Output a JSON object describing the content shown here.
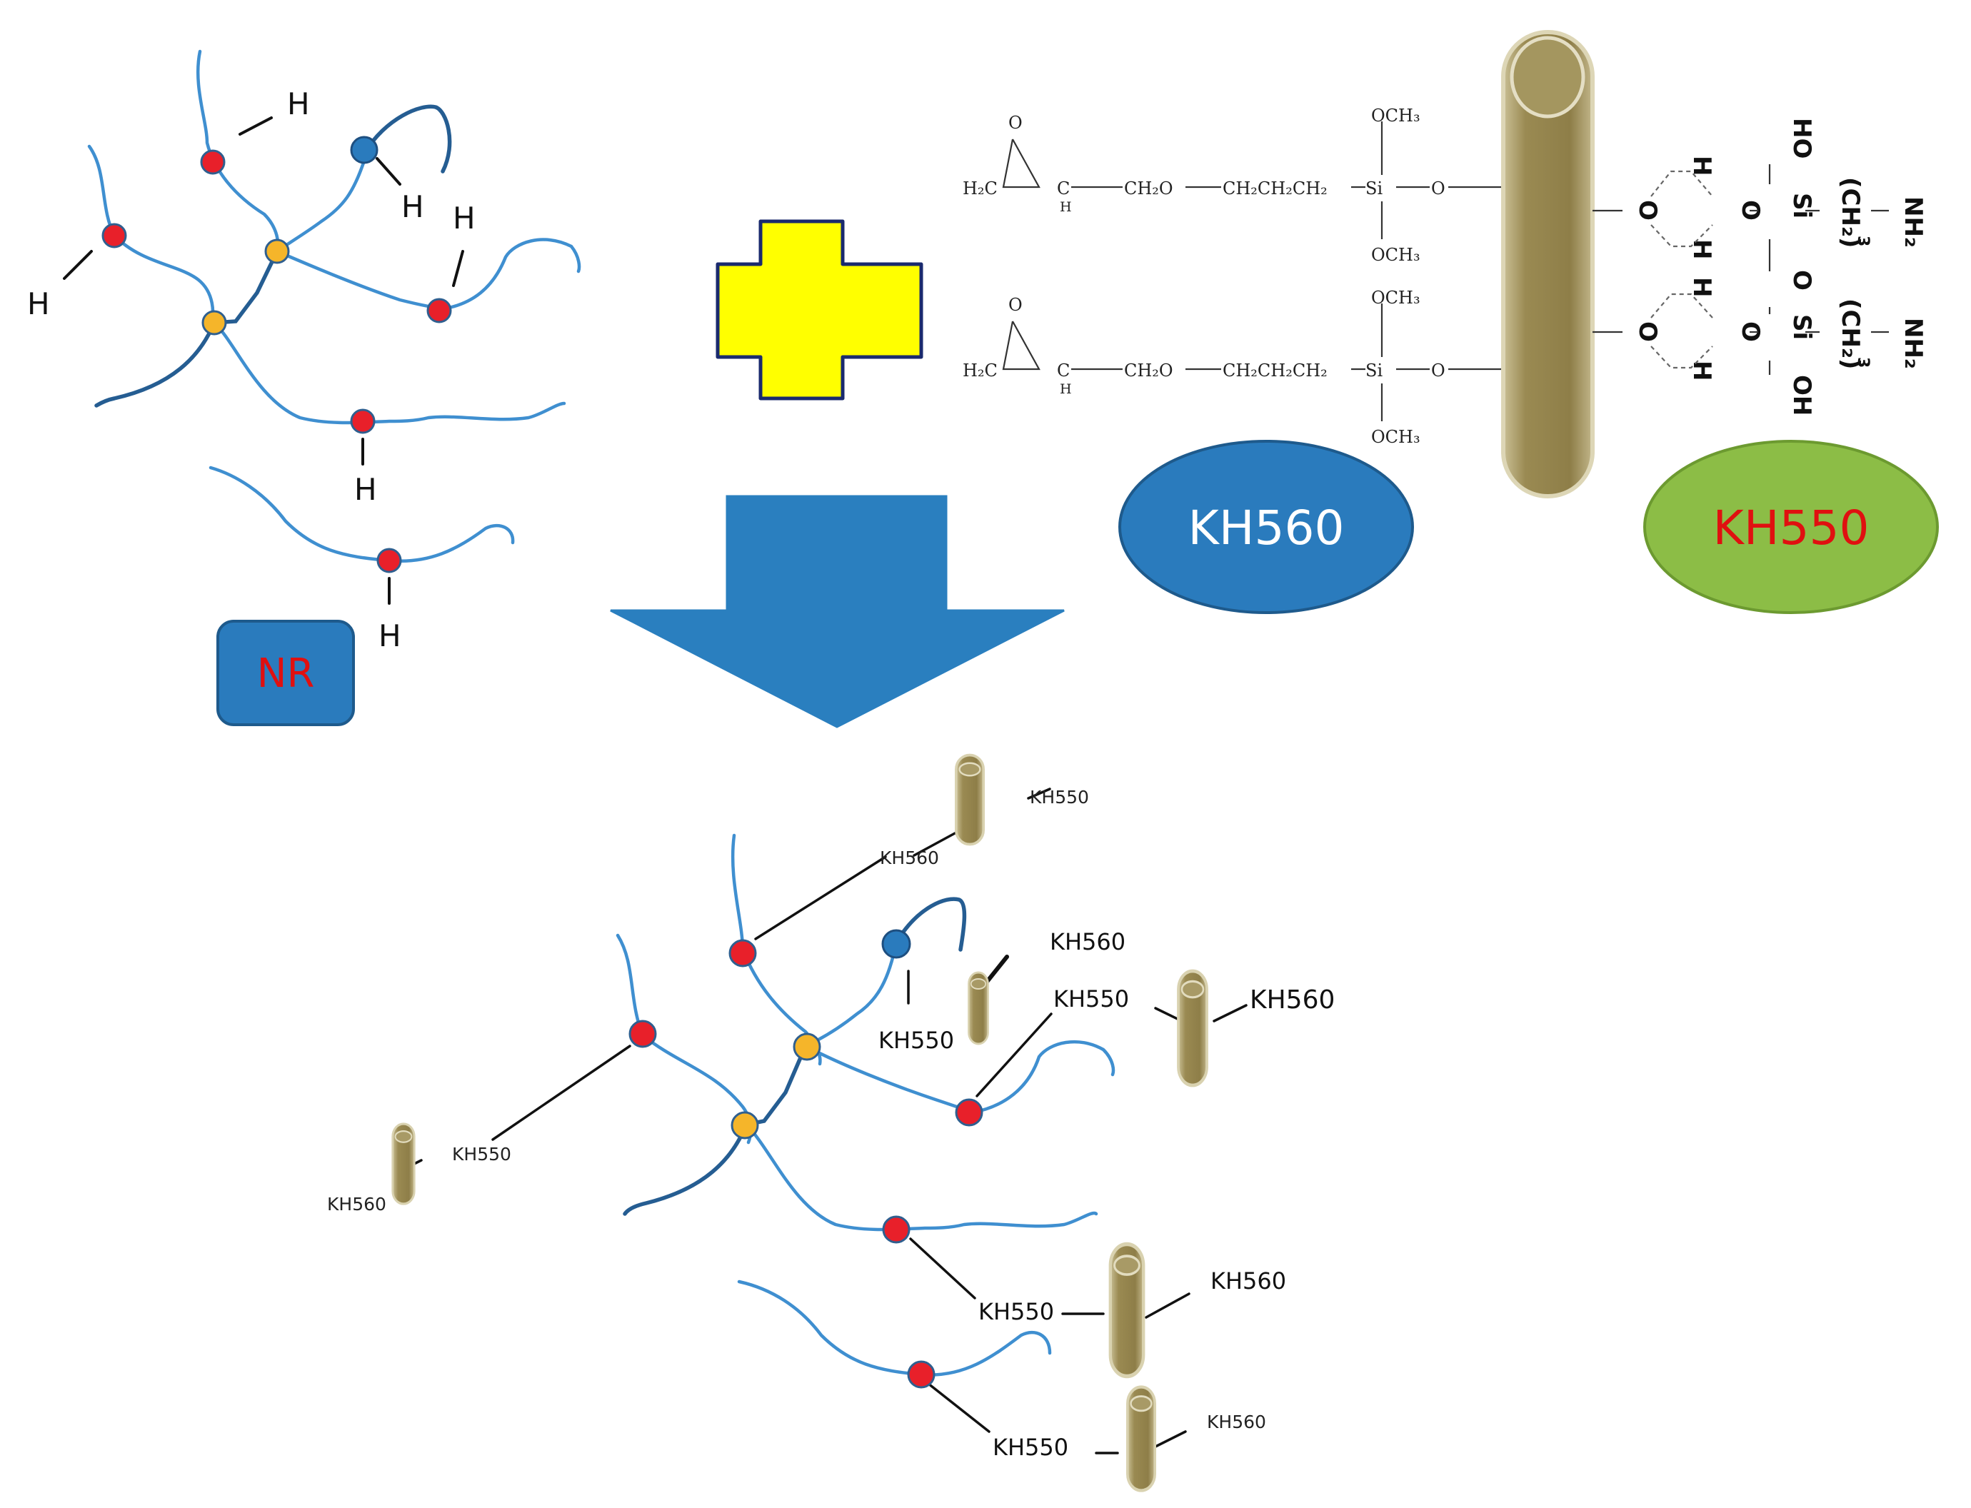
{
  "nr_network": {
    "label": "NR",
    "hydrogen": "H",
    "colors": {
      "box_fill": "#2a7bbd",
      "label": "#e01010",
      "site": "#e8202a",
      "junction": "#f5b52a",
      "end_group": "#2a7bbd"
    }
  },
  "plus_symbol": {
    "fill": "#ffff00",
    "stroke": "#1a2a6e"
  },
  "arrow": {
    "fill": "#2a7fbf"
  },
  "modified_silica": {
    "kh560_chain": {
      "epoxide_o": "O",
      "h2c": "H₂C",
      "ring_c": "C",
      "ring_h": "H",
      "ch2o": "CH₂O",
      "propyl": "CH₂CH₂CH₂",
      "si": "Si",
      "o": "O",
      "och3": "OCH₃"
    },
    "kh550_chain": {
      "ho": "HO",
      "o": "O",
      "h": "H",
      "si": "Si",
      "oh": "OH",
      "ch2": "(CH₂)",
      "three": "3",
      "nh2": "NH₂"
    },
    "particle_color": "#97874f"
  },
  "legend": {
    "kh560": {
      "label": "KH560",
      "fill": "#2a7bbd",
      "text_color": "#ffffff"
    },
    "kh550": {
      "label": "KH550",
      "fill": "#8cbd46",
      "text_color": "#e01010"
    }
  },
  "product": {
    "labels": [
      "KH550",
      "KH560",
      "KH560",
      "KH550",
      "KH550",
      "KH560",
      "KH550",
      "KH560",
      "KH550",
      "KH560",
      "KH550",
      "KH560"
    ]
  }
}
